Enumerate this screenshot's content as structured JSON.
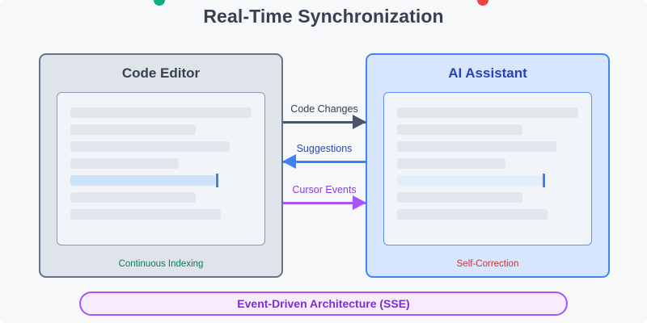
{
  "title": "Real-Time Synchronization",
  "status_dots": [
    {
      "name": "status-dot-green",
      "color": "#0eac80"
    },
    {
      "name": "status-dot-red",
      "color": "#ef4444"
    }
  ],
  "panels": {
    "editor": {
      "title": "Code Editor",
      "caption": "Continuous Indexing",
      "caption_color": "#0f7b55",
      "border_color": "#64748b",
      "background": "#dfe3ea",
      "code_lines": [
        {
          "width": "100%",
          "active": false
        },
        {
          "width": "69%",
          "active": false
        },
        {
          "width": "88%",
          "active": false
        },
        {
          "width": "60%",
          "active": false
        },
        {
          "width": "80%",
          "active": true
        },
        {
          "width": "69%",
          "active": false
        },
        {
          "width": "83%",
          "active": false
        }
      ],
      "cursor_color": "#3b82f6",
      "active_line_color": "#cfe2fd"
    },
    "ai": {
      "title": "AI Assistant",
      "caption": "Self-Correction",
      "caption_color": "#d0312d",
      "border_color": "#4285f4",
      "background": "#d7e5fd",
      "code_lines": [
        {
          "width": "100%",
          "active": false
        },
        {
          "width": "69%",
          "active": false
        },
        {
          "width": "88%",
          "active": false
        },
        {
          "width": "60%",
          "active": false
        },
        {
          "width": "80%",
          "active": true
        },
        {
          "width": "69%",
          "active": false
        },
        {
          "width": "83%",
          "active": false
        }
      ],
      "cursor_color": "#3b82f6",
      "active_line_color": "#e3eefd"
    }
  },
  "flows": [
    {
      "label": "Code Changes",
      "direction": "right",
      "color": "#4a5568",
      "label_color": "#374151"
    },
    {
      "label": "Suggestions",
      "direction": "left",
      "color": "#3b82f6",
      "label_color": "#2c46bd"
    },
    {
      "label": "Cursor Events",
      "direction": "right",
      "color": "#a855f7",
      "label_color": "#8b3fd9"
    }
  ],
  "footer": {
    "label": "Event-Driven Architecture (SSE)",
    "color": "#7b2fd0",
    "background": "#f6ecfd"
  }
}
